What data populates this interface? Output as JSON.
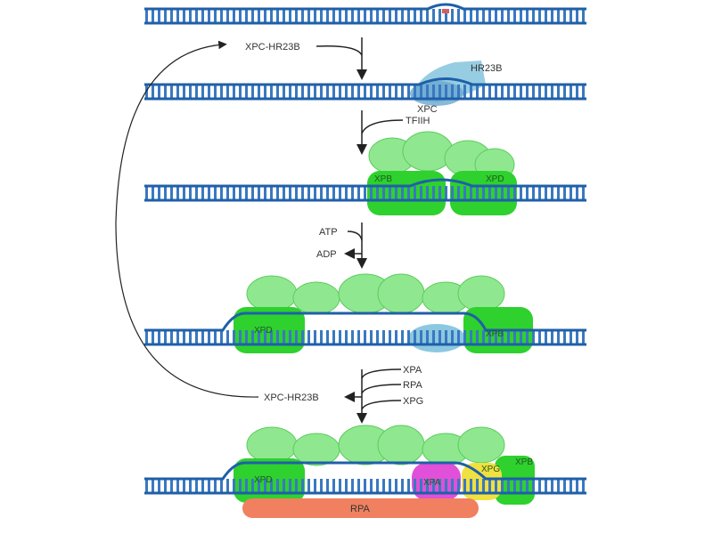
{
  "title": "Nucleotide excision repair pathway",
  "labels": {
    "xpc_hr23b_in": "XPC-HR23B",
    "hr23b": "HR23B",
    "xpc": "XPC",
    "tfiih": "TFIIH",
    "xpb_1": "XPB",
    "xpd_1": "XPD",
    "atp": "ATP",
    "adp": "ADP",
    "xpd_2": "XPD",
    "xpb_2": "XPB",
    "xpa_in": "XPA",
    "rpa_in": "RPA",
    "xpg_in": "XPG",
    "xpc_hr23b_out": "XPC-HR23B",
    "xpd_3": "XPD",
    "xpa": "XPA",
    "xpg": "XPG",
    "xpb_3": "XPB",
    "rpa": "RPA"
  },
  "colors": {
    "dna": "#1f5fa8",
    "tfiih_light": "#8fe88f",
    "tfiih_dark": "#2ed12e",
    "xpc": "#8cc8e0",
    "xpa": "#e050d8",
    "xpg": "#f0e040",
    "rpa": "#f08060",
    "lesion": "#d06060"
  }
}
